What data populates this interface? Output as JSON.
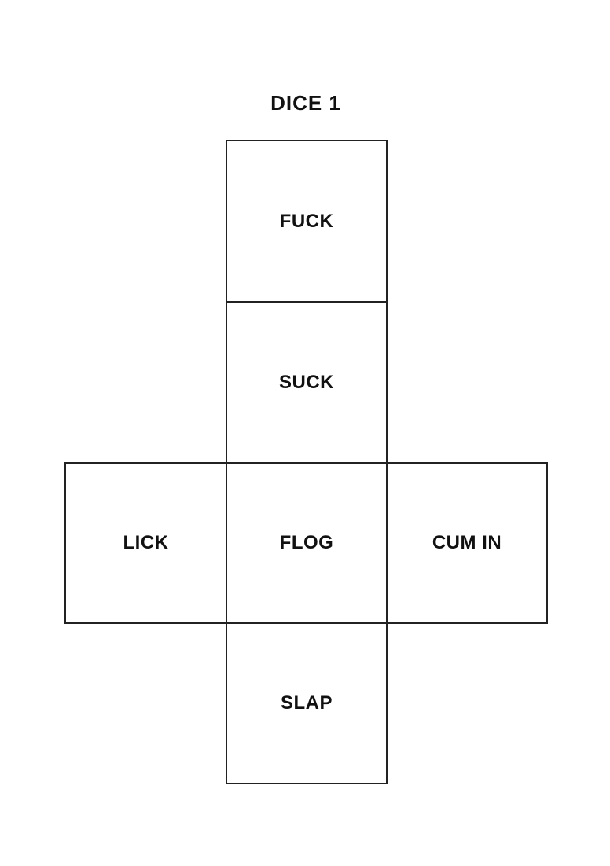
{
  "dice": {
    "title": "DICE 1",
    "colors": {
      "background": "#ffffff",
      "line": "#222222",
      "text": "#111111"
    },
    "faces": [
      {
        "label": "FUCK",
        "position": "top"
      },
      {
        "label": "SUCK",
        "position": "upper-middle"
      },
      {
        "label": "LICK",
        "position": "left"
      },
      {
        "label": "FLOG",
        "position": "center"
      },
      {
        "label": "CUM IN",
        "position": "right"
      },
      {
        "label": "SLAP",
        "position": "bottom"
      }
    ]
  }
}
